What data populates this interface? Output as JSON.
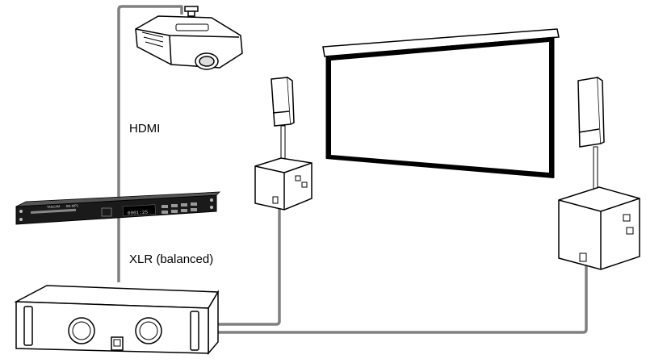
{
  "labels": {
    "hdmi": "HDMI",
    "xlr": "XLR (balanced)"
  },
  "player": {
    "brand": "TASCAM",
    "model": "BD-MP1",
    "display": "0001:25"
  },
  "icons": {
    "projector": "projector-icon",
    "screen": "projection-screen-icon",
    "media_player": "media-player-icon",
    "amplifier": "power-amplifier-icon",
    "left_speaker": "speaker-on-subwoofer-icon",
    "right_speaker": "speaker-on-subwoofer-icon"
  },
  "colors": {
    "cable": "#808080",
    "outline": "#000000",
    "device_body": "#1a1a1a",
    "screen_surface": "#ffffff"
  }
}
